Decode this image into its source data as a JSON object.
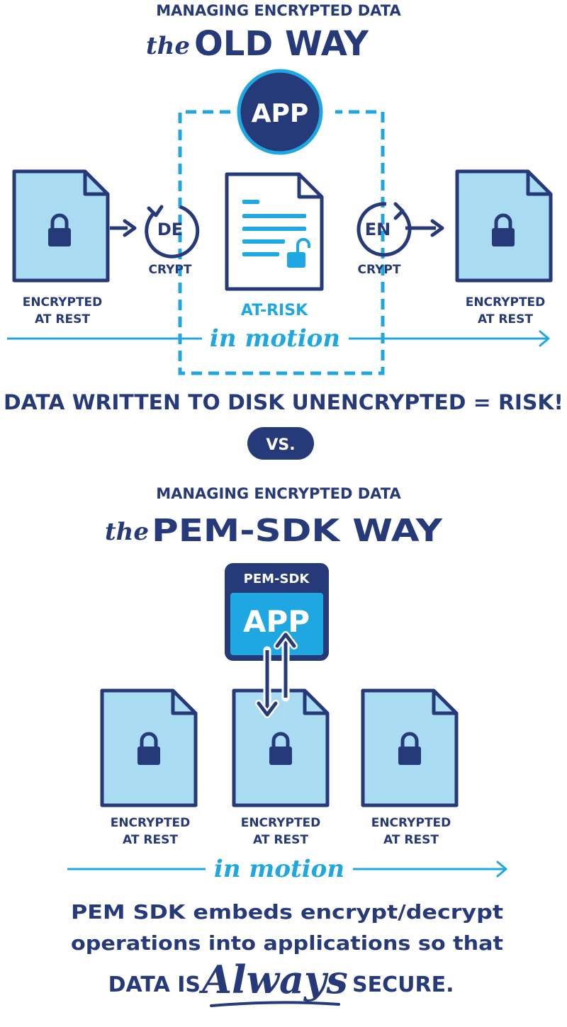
{
  "colors": {
    "navy": "#263a7a",
    "sky": "#1ea7e1",
    "pale": "#a9dcf3",
    "white": "#ffffff"
  },
  "old_way": {
    "heading_line1": "MANAGING ENCRYPTED DATA",
    "heading_the": "the",
    "heading_big": "OLD WAY",
    "app_label": "APP",
    "decrypt_prefix": "DE",
    "decrypt_suffix": "CRYPT",
    "encrypt_prefix": "EN",
    "encrypt_suffix": "CRYPT",
    "at_risk_label": "AT-RISK",
    "left_file_line1": "ENCRYPTED",
    "left_file_line2": "AT REST",
    "right_file_line1": "ENCRYPTED",
    "right_file_line2": "AT REST",
    "motion_label": "in motion",
    "risk_statement": "DATA WRITTEN TO DISK UNENCRYPTED = RISK!"
  },
  "versus_label": "VS.",
  "new_way": {
    "heading_line1": "MANAGING ENCRYPTED DATA",
    "heading_the": "the",
    "heading_big": "PEM-SDK WAY",
    "sdk_label": "PEM-SDK",
    "app_label": "APP",
    "file1_line1": "ENCRYPTED",
    "file1_line2": "AT REST",
    "file2_line1": "ENCRYPTED",
    "file2_line2": "AT REST",
    "file3_line1": "ENCRYPTED",
    "file3_line2": "AT REST",
    "motion_label": "in motion",
    "summary_line1": "PEM SDK embeds encrypt/decrypt",
    "summary_line2": "operations into applications so that",
    "summary_prefix": "DATA IS",
    "summary_emphasis": "Always",
    "summary_suffix": "SECURE."
  }
}
